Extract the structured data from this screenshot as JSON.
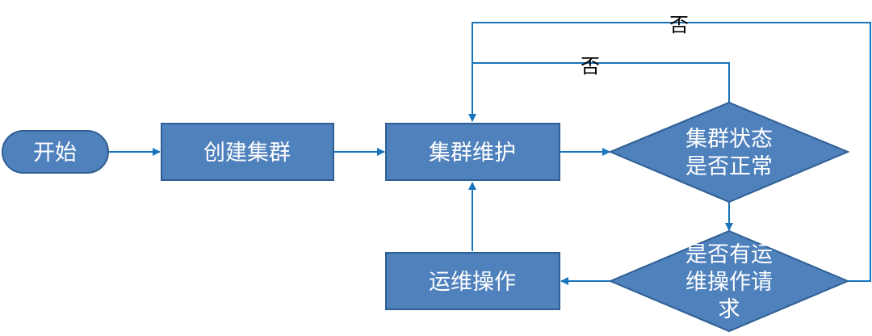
{
  "colors": {
    "node_fill": "#4F81BD",
    "node_border": "#2F5F93",
    "edge": "#1874BC",
    "node_text": "#FFFFFF"
  },
  "nodes": {
    "start": "开始",
    "create": "创建集群",
    "maintain": "集群维护",
    "ops": "运维操作",
    "check_status": [
      "集群状态",
      "是否正常"
    ],
    "check_request": [
      "是否有运",
      "维操作请",
      "求"
    ]
  },
  "edges": {
    "no_outer": "否",
    "no_inner": "否"
  }
}
